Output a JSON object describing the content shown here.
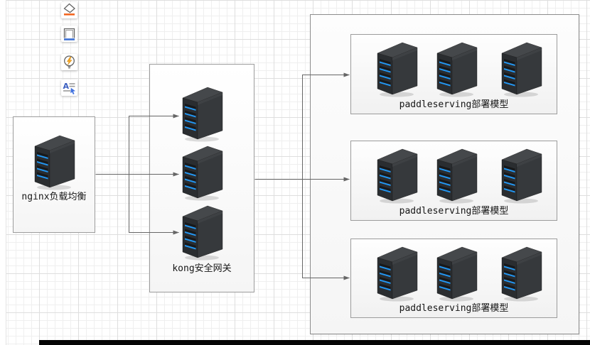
{
  "toolbar": {
    "format_letter": "A",
    "buttons": [
      {
        "id": "shape-tool",
        "icon": "shape-icon",
        "underline_color": "#f26722"
      },
      {
        "id": "frame-tool",
        "icon": "frame-icon",
        "underline_color": "#3b6fd4"
      },
      {
        "id": "idea-tool",
        "icon": "lightbulb-icon",
        "bulb_color": "#f5a623"
      },
      {
        "id": "format-tool",
        "icon": "text-format-icon",
        "letter_color": "#3b5fc0"
      }
    ]
  },
  "diagram": {
    "nginx": {
      "label": "nginx负载均衡",
      "server_count": 1
    },
    "kong": {
      "label": "kong安全网关",
      "server_count": 3
    },
    "clusters": [
      {
        "label": "paddleserving部署模型",
        "server_count": 3
      },
      {
        "label": "paddleserving部署模型",
        "server_count": 3
      },
      {
        "label": "paddleserving部署模型",
        "server_count": 3
      }
    ],
    "colors": {
      "server_front": "#2a2d30",
      "server_side": "#36393c",
      "server_top": "#45484b",
      "server_stripe": "#2196f3",
      "connector": "#666666",
      "box_border": "#9c9c9c"
    }
  }
}
